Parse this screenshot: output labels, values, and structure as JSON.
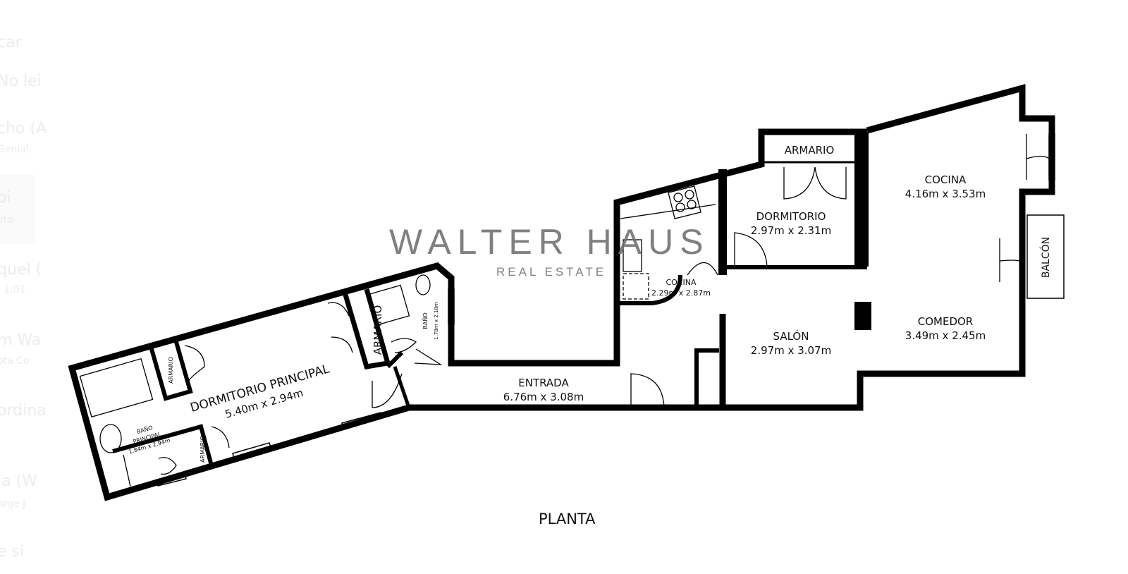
{
  "background_fragments": [
    {
      "text": "car",
      "sub": false
    },
    {
      "text": "No lei",
      "sub": false
    },
    {
      "text": "cho (A",
      "sub": false
    },
    {
      "text": "Genial.",
      "sub": true
    },
    {
      "text": "oi",
      "sub": false
    },
    {
      "text": "oto",
      "sub": true
    },
    {
      "text": "quel (",
      "sub": false
    },
    {
      "text": "/ 1:01",
      "sub": true
    },
    {
      "text": "m Wa",
      "sub": false
    },
    {
      "text": "ota Co",
      "sub": true
    },
    {
      "text": "ordina",
      "sub": false
    },
    {
      "text": "la (W",
      "sub": false
    },
    {
      "text": "orge J",
      "sub": true
    },
    {
      "text": "e si",
      "sub": false
    }
  ],
  "watermark": {
    "title": "WALTER HAUS",
    "subtitle": "REAL ESTATE"
  },
  "floorplan": {
    "caption": "PLANTA",
    "rooms": {
      "armario_top": {
        "name": "ARMARIO"
      },
      "dormitorio": {
        "name": "DORMITORIO",
        "size": "2.97m x 2.31m"
      },
      "cocina_small": {
        "name": "COCINA",
        "size": "2.29m x 2.87m"
      },
      "cocina_big": {
        "name": "COCINA",
        "size": "4.16m x 3.53m"
      },
      "comedor": {
        "name": "COMEDOR",
        "size": "3.49m x 2.45m"
      },
      "salon": {
        "name": "SALÓN",
        "size": "2.97m x 3.07m"
      },
      "balcon": {
        "name": "BALCÓN"
      },
      "entrada": {
        "name": "ENTRADA",
        "size": "6.76m x 3.08m"
      },
      "dormitorio_principal": {
        "name": "DORMITORIO PRINCIPAL",
        "size": "5.40m x 2.94m"
      },
      "armario_principal": {
        "name": "ARMARIO"
      },
      "armario_left": {
        "name": "ARMARIO"
      },
      "armario_bottom": {
        "name": "ARMARIO"
      },
      "bano": {
        "name": "BAÑO",
        "size": "1.78m x 2.18m"
      },
      "bano_principal": {
        "name": "BAÑO",
        "name2": "PRINCIPAL",
        "size": "1.84m x 2.94m"
      }
    }
  }
}
